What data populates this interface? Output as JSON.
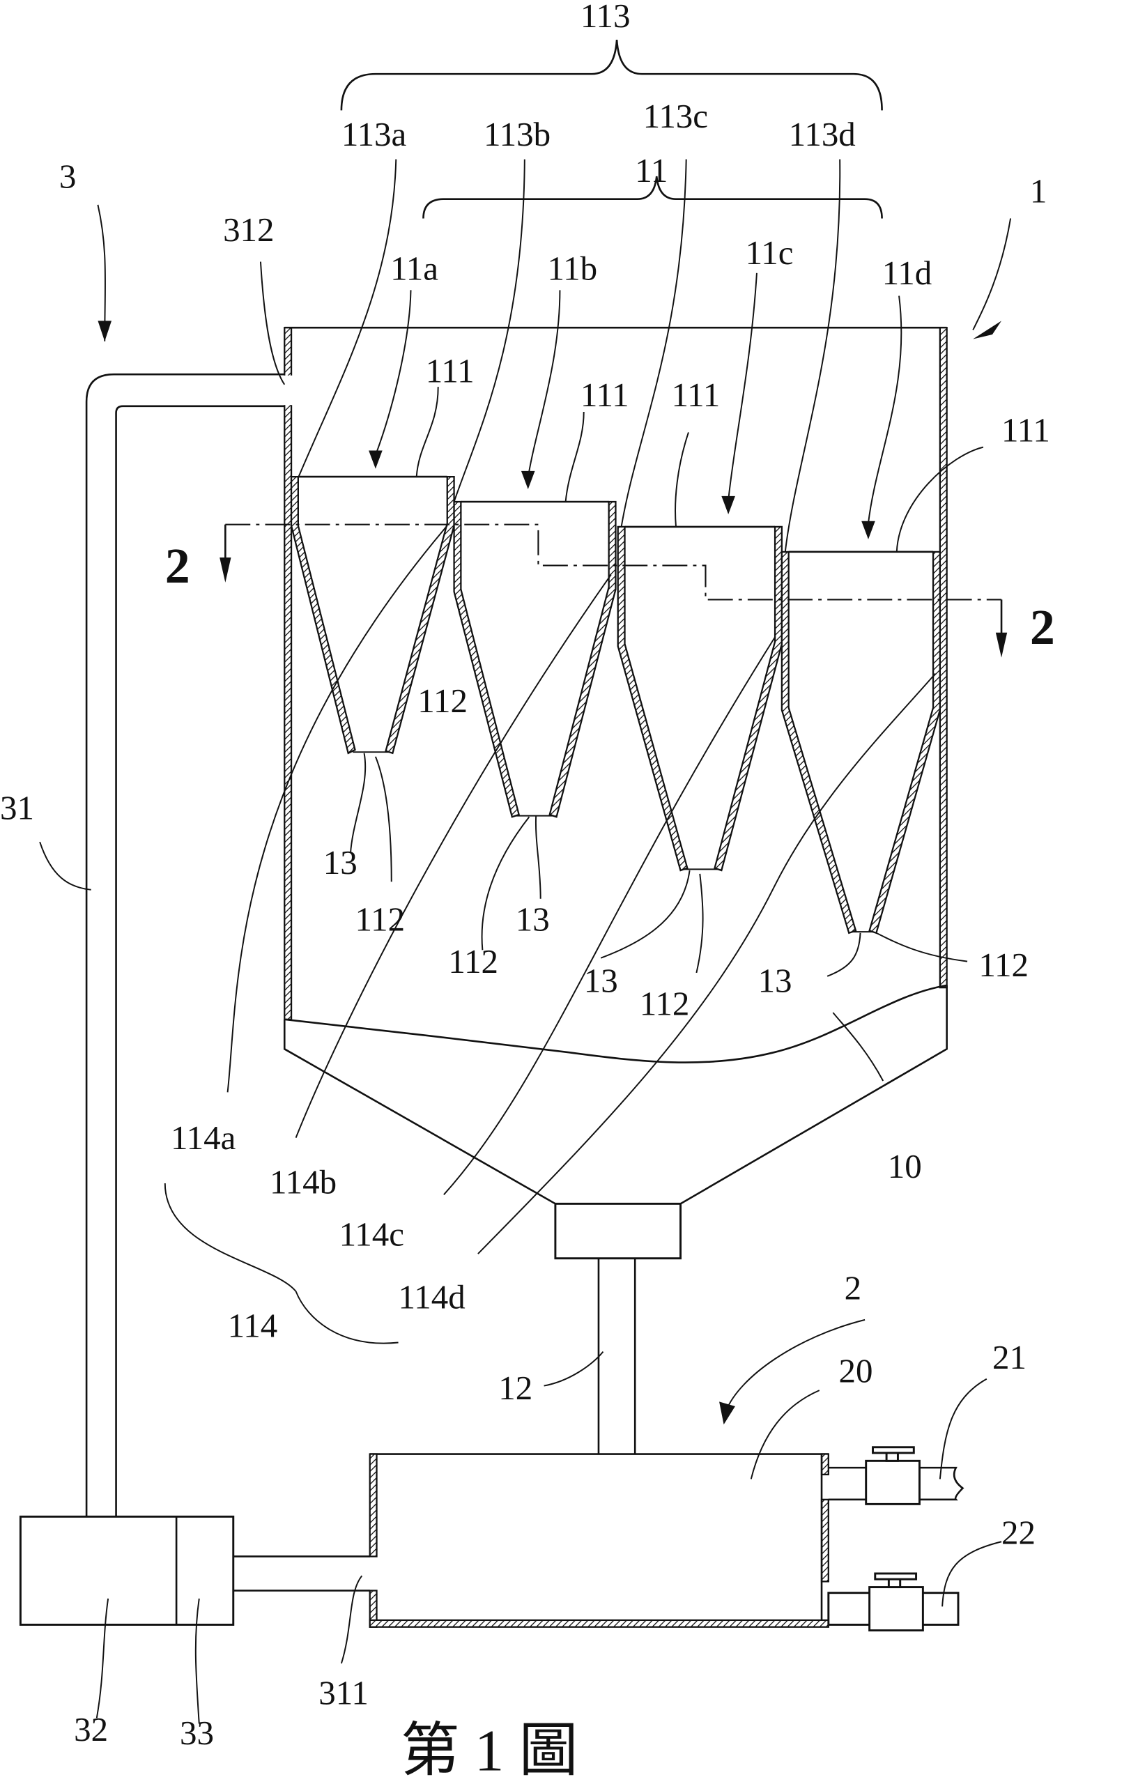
{
  "figure": {
    "caption": "第 1 圖",
    "section_marker": "2"
  },
  "labels": {
    "group_113": "113",
    "inlet_113a": "113a",
    "inlet_113b": "113b",
    "inlet_113c": "113c",
    "inlet_113d": "113d",
    "group_11": "11",
    "cyclone_11a": "11a",
    "cyclone_11b": "11b",
    "cyclone_11c": "11c",
    "cyclone_11d": "11d",
    "apparatus_1": "1",
    "system_3": "3",
    "port_312": "312",
    "top_111": "111",
    "cone_112": "112",
    "outlet_13": "13",
    "pipe_31": "31",
    "duct_114a": "114a",
    "duct_114b": "114b",
    "duct_114c": "114c",
    "duct_114d": "114d",
    "group_114": "114",
    "hopper_10": "10",
    "pipe_12": "12",
    "unit_2": "2",
    "tank_20": "20",
    "valve_21": "21",
    "valve_22": "22",
    "pump_32": "32",
    "motor_33": "33",
    "port_311": "311"
  }
}
